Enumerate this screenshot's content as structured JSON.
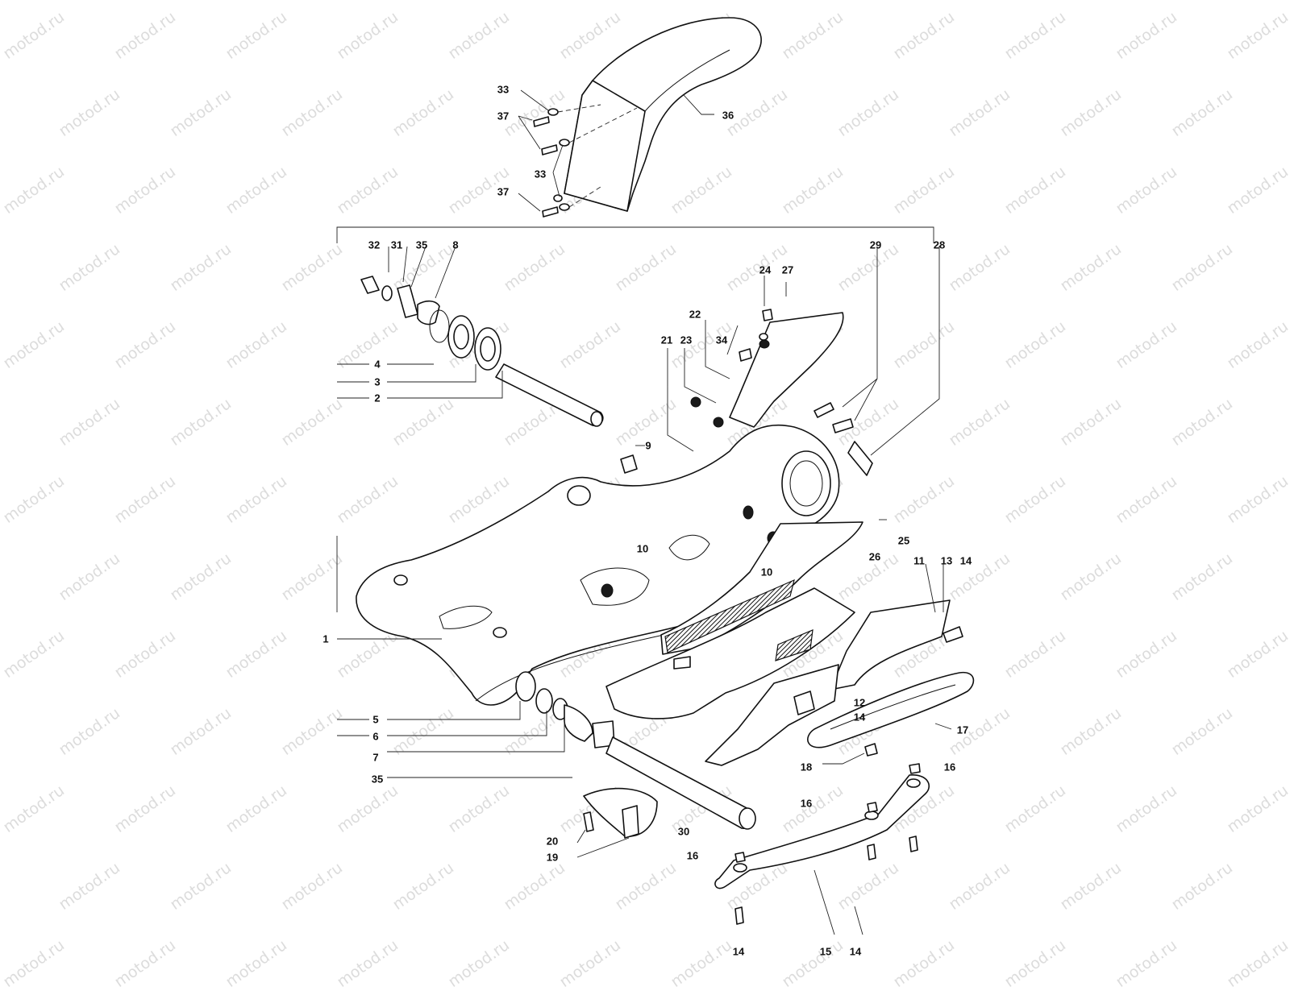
{
  "watermark": {
    "text": "motod.ru"
  },
  "callouts": [
    {
      "id": "c33a",
      "text": "33"
    },
    {
      "id": "c37a",
      "text": "37"
    },
    {
      "id": "c36",
      "text": "36"
    },
    {
      "id": "c33b",
      "text": "33"
    },
    {
      "id": "c37b",
      "text": "37"
    },
    {
      "id": "c32",
      "text": "32"
    },
    {
      "id": "c31",
      "text": "31"
    },
    {
      "id": "c35a",
      "text": "35"
    },
    {
      "id": "c8",
      "text": "8"
    },
    {
      "id": "c29",
      "text": "29"
    },
    {
      "id": "c28",
      "text": "28"
    },
    {
      "id": "c24",
      "text": "24"
    },
    {
      "id": "c27",
      "text": "27"
    },
    {
      "id": "c22",
      "text": "22"
    },
    {
      "id": "c21",
      "text": "21"
    },
    {
      "id": "c23",
      "text": "23"
    },
    {
      "id": "c34",
      "text": "34"
    },
    {
      "id": "c4",
      "text": "4"
    },
    {
      "id": "c3",
      "text": "3"
    },
    {
      "id": "c2",
      "text": "2"
    },
    {
      "id": "c9",
      "text": "9"
    },
    {
      "id": "c10a",
      "text": "10"
    },
    {
      "id": "c10b",
      "text": "10"
    },
    {
      "id": "c25",
      "text": "25"
    },
    {
      "id": "c26",
      "text": "26"
    },
    {
      "id": "c11",
      "text": "11"
    },
    {
      "id": "c13",
      "text": "13"
    },
    {
      "id": "c14a",
      "text": "14"
    },
    {
      "id": "c1",
      "text": "1"
    },
    {
      "id": "c12",
      "text": "12"
    },
    {
      "id": "c14b",
      "text": "14"
    },
    {
      "id": "c17",
      "text": "17"
    },
    {
      "id": "c5",
      "text": "5"
    },
    {
      "id": "c6",
      "text": "6"
    },
    {
      "id": "c7",
      "text": "7"
    },
    {
      "id": "c35b",
      "text": "35"
    },
    {
      "id": "c18",
      "text": "18"
    },
    {
      "id": "c16a",
      "text": "16"
    },
    {
      "id": "c16b",
      "text": "16"
    },
    {
      "id": "c30",
      "text": "30"
    },
    {
      "id": "c16c",
      "text": "16"
    },
    {
      "id": "c20",
      "text": "20"
    },
    {
      "id": "c19",
      "text": "19"
    },
    {
      "id": "c14c",
      "text": "14"
    },
    {
      "id": "c15",
      "text": "15"
    },
    {
      "id": "c14d",
      "text": "14"
    }
  ]
}
